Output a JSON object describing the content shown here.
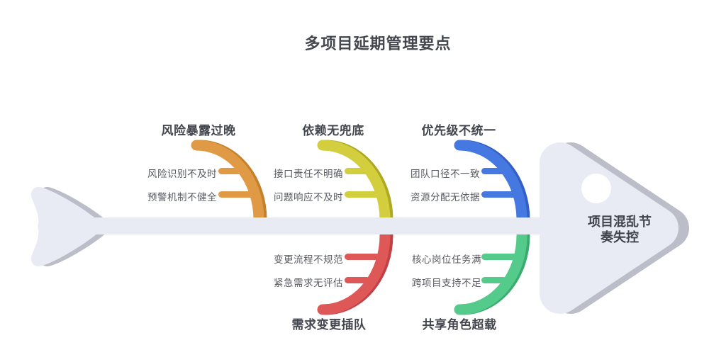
{
  "title": "多项目延期管理要点",
  "head": {
    "label": "项目混乱节奏失控"
  },
  "colors": {
    "body": "#E9EBF4",
    "shadow": "#BBBEC8",
    "eye": "#FFFFFF"
  },
  "branches": [
    {
      "label": "风险暴露过晚",
      "side": "top",
      "color": "#E09A46",
      "color_dark": "#C5802C",
      "items": [
        "风险识别不及时",
        "预警机制不健全"
      ]
    },
    {
      "label": "依赖无兜底",
      "side": "top",
      "color": "#D2CE3E",
      "color_dark": "#AEA922",
      "items": [
        "接口责任不明确",
        "问题响应不及时"
      ]
    },
    {
      "label": "优先级不统一",
      "side": "top",
      "color": "#4678E2",
      "color_dark": "#3360C6",
      "items": [
        "团队口径不一致",
        "资源分配无依据"
      ]
    },
    {
      "label": "需求变更插队",
      "side": "bottom",
      "color": "#DE5858",
      "color_dark": "#C14046",
      "items": [
        "变更流程不规范",
        "紧急需求无评估"
      ]
    },
    {
      "label": "共享角色超载",
      "side": "bottom",
      "color": "#55CB8B",
      "color_dark": "#3CAB70",
      "items": [
        "核心岗位任务满",
        "跨项目支持不足"
      ]
    }
  ]
}
